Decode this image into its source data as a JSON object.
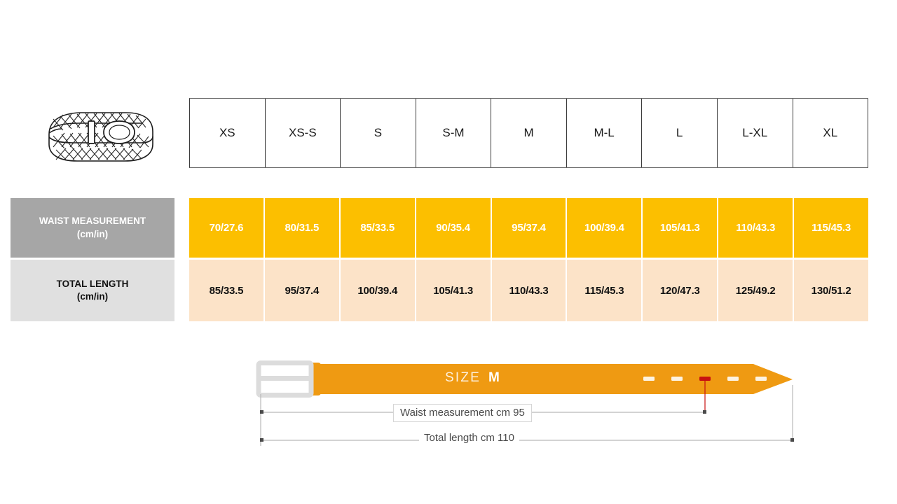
{
  "product": {
    "icon": "braided-belt-illustration"
  },
  "table": {
    "sizes": [
      "XS",
      "XS-S",
      "S",
      "S-M",
      "M",
      "M-L",
      "L",
      "L-XL",
      "XL"
    ],
    "rows": [
      {
        "label": "WAIST MEASUREMENT",
        "unit": "(cm/in)",
        "values": [
          "70/27.6",
          "80/31.5",
          "85/33.5",
          "90/35.4",
          "95/37.4",
          "100/39.4",
          "105/41.3",
          "110/43.3",
          "115/45.3"
        ],
        "bg": "#fcbf00",
        "label_bg": "#a6a6a6",
        "text_color": "#ffffff"
      },
      {
        "label": "TOTAL LENGTH",
        "unit": "(cm/in)",
        "values": [
          "85/33.5",
          "95/37.4",
          "100/39.4",
          "105/41.3",
          "110/43.3",
          "115/45.3",
          "120/47.3",
          "125/49.2",
          "130/51.2"
        ],
        "bg": "#fce3c8",
        "label_bg": "#e0e0e0",
        "text_color": "#121212"
      }
    ]
  },
  "diagram": {
    "size_prefix": "SIZE",
    "size_value": "M",
    "waist_dimension": "Waist measurement cm 95",
    "length_dimension": "Total length cm 110",
    "belt_color": "#ef9a12",
    "buckle_color": "#e2e2e2",
    "active_hole_color": "#c81010",
    "hole_count": 5,
    "active_hole_index": 3
  }
}
